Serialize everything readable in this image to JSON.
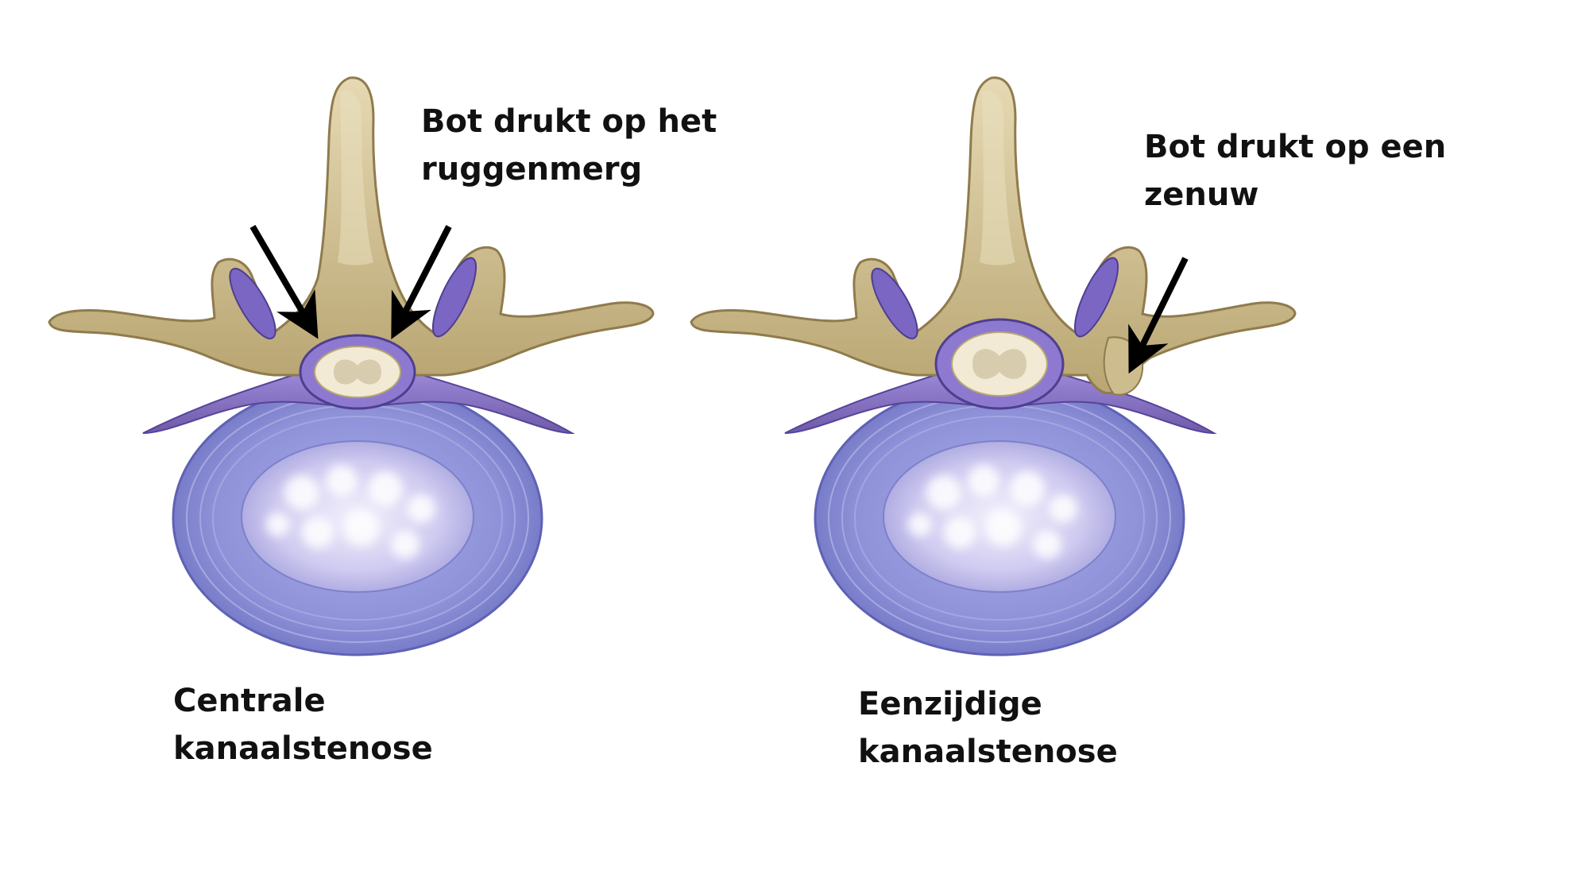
{
  "labels": {
    "left_top": {
      "line1": "Bot drukt op het",
      "line2": "ruggenmerg"
    },
    "right_top": {
      "line1": "Bot drukt op een",
      "line2": "zenuw"
    },
    "left_bottom": {
      "line1": "Centrale",
      "line2": "kanaalstenose"
    },
    "right_bottom": {
      "line1": "Eenzijdige",
      "line2": "kanaalstenose"
    }
  },
  "colors": {
    "bone": "#d8c9a0",
    "bone_shade": "#b9a673",
    "bone_dark": "#8f7b4c",
    "ligament": "#6f5aa8",
    "ligament_light": "#8f7fd0",
    "disc_ring": "#8d90d4",
    "disc_ring_light": "#b6b8ea",
    "nucleus": "#c9c4ec",
    "nucleus_light": "#efeefb",
    "cord": "#efe6cf",
    "cord_grey": "#d9ceb1",
    "arrow": "#000000"
  }
}
